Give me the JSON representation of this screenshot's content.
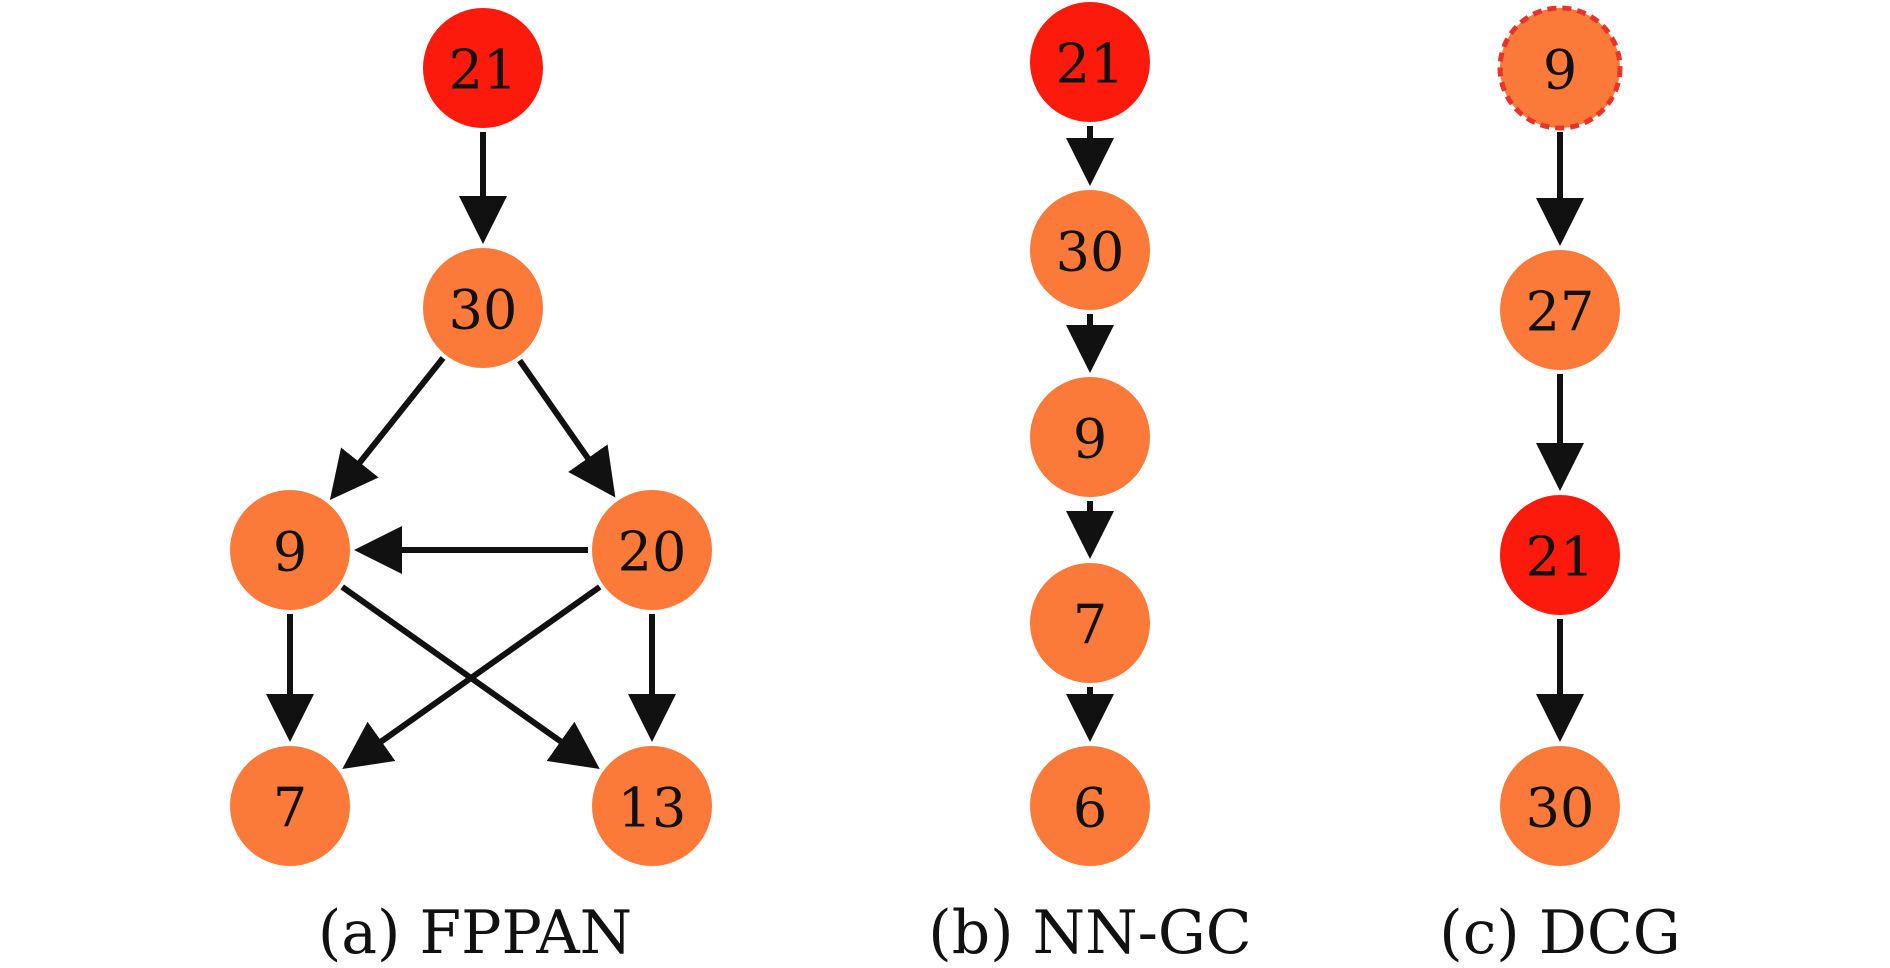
{
  "colors": {
    "highlight": "#fb1a0c",
    "node": "#fb7a3a",
    "dashed_border": "#e8332a",
    "edge": "#111111",
    "text": "#111111",
    "background": "#ffffff"
  },
  "panels": [
    {
      "id": "a",
      "caption": "(a) FPPAN",
      "nodes": [
        {
          "id": "a1",
          "label": "21",
          "style": "highlight"
        },
        {
          "id": "a2",
          "label": "30",
          "style": "normal"
        },
        {
          "id": "a3",
          "label": "9",
          "style": "normal"
        },
        {
          "id": "a4",
          "label": "20",
          "style": "normal"
        },
        {
          "id": "a5",
          "label": "7",
          "style": "normal"
        },
        {
          "id": "a6",
          "label": "13",
          "style": "normal"
        }
      ],
      "edges": [
        [
          "a1",
          "a2"
        ],
        [
          "a2",
          "a3"
        ],
        [
          "a2",
          "a4"
        ],
        [
          "a4",
          "a3"
        ],
        [
          "a3",
          "a5"
        ],
        [
          "a3",
          "a6"
        ],
        [
          "a4",
          "a5"
        ],
        [
          "a4",
          "a6"
        ]
      ]
    },
    {
      "id": "b",
      "caption": "(b) NN-GC",
      "nodes": [
        {
          "id": "b1",
          "label": "21",
          "style": "highlight"
        },
        {
          "id": "b2",
          "label": "30",
          "style": "normal"
        },
        {
          "id": "b3",
          "label": "9",
          "style": "normal"
        },
        {
          "id": "b4",
          "label": "7",
          "style": "normal"
        },
        {
          "id": "b5",
          "label": "6",
          "style": "normal"
        }
      ],
      "edges": [
        [
          "b1",
          "b2"
        ],
        [
          "b2",
          "b3"
        ],
        [
          "b3",
          "b4"
        ],
        [
          "b4",
          "b5"
        ]
      ]
    },
    {
      "id": "c",
      "caption": "(c) DCG",
      "nodes": [
        {
          "id": "c1",
          "label": "9",
          "style": "dashed"
        },
        {
          "id": "c2",
          "label": "27",
          "style": "normal"
        },
        {
          "id": "c3",
          "label": "21",
          "style": "highlight"
        },
        {
          "id": "c4",
          "label": "30",
          "style": "normal"
        }
      ],
      "edges": [
        [
          "c1",
          "c2"
        ],
        [
          "c2",
          "c3"
        ],
        [
          "c3",
          "c4"
        ]
      ]
    }
  ]
}
